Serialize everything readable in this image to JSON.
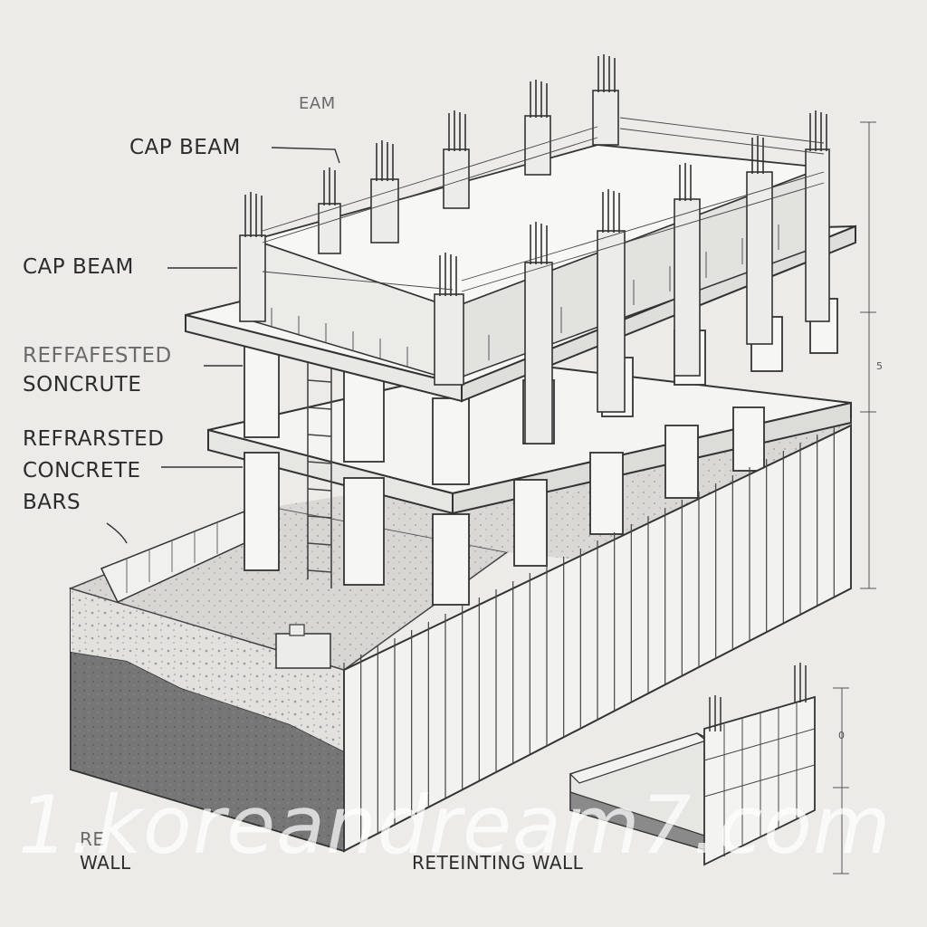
{
  "labels": {
    "top_faint": "EAM",
    "cap_beam_upper": "CAP BEAM",
    "cap_beam_left": "CAP BEAM",
    "refrafested_line1": "REFFAFESTED",
    "refrafested_line2": "SONCRUTE",
    "refrarsted_line1": "REFRARSTED",
    "refrarsted_line2": "CONCRETE",
    "refrarsted_line3": "BARS",
    "wall_left_faint": "RE",
    "wall_left": "WALL",
    "retaining_wall": "RETEINTING WALL"
  },
  "dimensions": {
    "right_main": "5",
    "right_small": "0"
  },
  "watermark": "1.koreandream7.com",
  "colors": {
    "background": "#ecebe8",
    "line": "#3a3a3a",
    "concrete": "#f4f4f2",
    "soil": "#6f6f6f"
  }
}
